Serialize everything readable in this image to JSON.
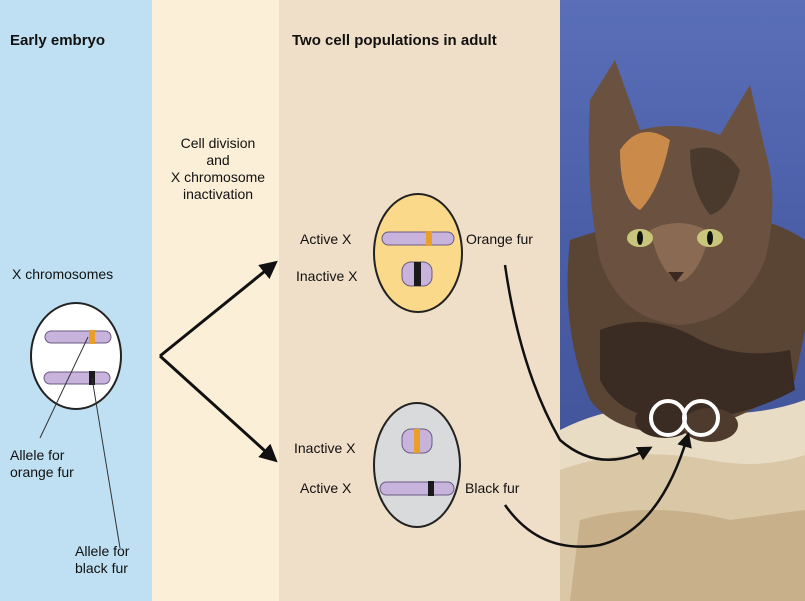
{
  "headers": {
    "early_embryo": "Early embryo",
    "two_populations": "Two cell populations in adult"
  },
  "labels": {
    "x_chromosomes": "X chromosomes",
    "cell_division_1": "Cell division",
    "cell_division_2": "and",
    "cell_division_3": "X chromosome",
    "cell_division_4": "inactivation",
    "active_x_top": "Active X",
    "inactive_x_top": "Inactive X",
    "orange_fur": "Orange fur",
    "inactive_x_bottom": "Inactive X",
    "active_x_bottom": "Active X",
    "black_fur": "Black fur",
    "allele_orange_1": "Allele for",
    "allele_orange_2": "orange fur",
    "allele_black_1": "Allele for",
    "allele_black_2": "black fur"
  },
  "colors": {
    "embryo_panel": "#bfe0f2",
    "division_panel": "#fcefd8",
    "adult_panel": "#f0dfc8",
    "orange_cell": "#fbd98a",
    "black_cell": "#d9dadc",
    "chromosome": "#c7b3dc",
    "orange_band": "#e8a02a",
    "black_band": "#1a1a1a"
  }
}
